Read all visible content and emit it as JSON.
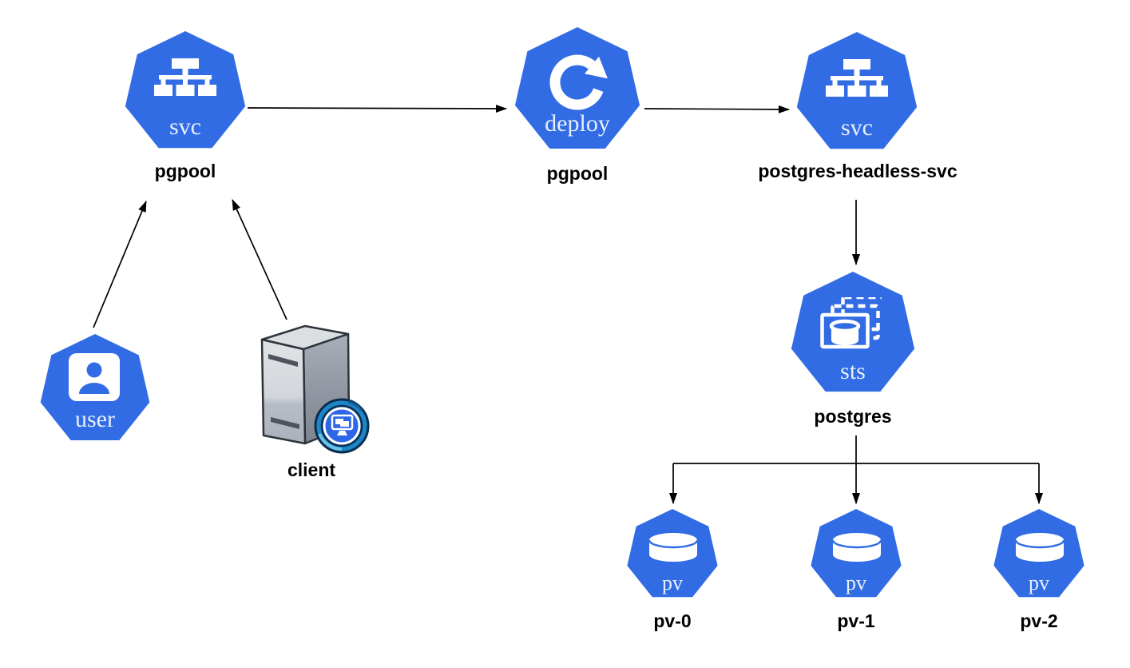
{
  "diagram": {
    "colors": {
      "k8s_blue": "#326ce5",
      "icon_white": "#ffffff",
      "kind_text": "#e8effc",
      "name_text": "#000000",
      "arrow": "#000000",
      "background": "#ffffff"
    },
    "nodes": {
      "pgpool_svc": {
        "kind": "svc",
        "name": "pgpool"
      },
      "pgpool_deploy": {
        "kind": "deploy",
        "name": "pgpool"
      },
      "postgres_headless_svc": {
        "kind": "svc",
        "name": "postgres-headless-svc"
      },
      "postgres_sts": {
        "kind": "sts",
        "name": "postgres"
      },
      "pv_0": {
        "kind": "pv",
        "name": "pv-0"
      },
      "pv_1": {
        "kind": "pv",
        "name": "pv-1"
      },
      "pv_2": {
        "kind": "pv",
        "name": "pv-2"
      },
      "user": {
        "kind": "user",
        "name": ""
      },
      "client": {
        "kind": "client",
        "name": "client"
      }
    },
    "edges": [
      {
        "from": "user",
        "to": "pgpool-svc"
      },
      {
        "from": "client",
        "to": "pgpool-svc"
      },
      {
        "from": "pgpool-svc",
        "to": "pgpool-deploy"
      },
      {
        "from": "pgpool-deploy",
        "to": "postgres-headless-svc"
      },
      {
        "from": "postgres-headless-svc",
        "to": "postgres-sts"
      },
      {
        "from": "postgres-sts",
        "to": "pv-0"
      },
      {
        "from": "postgres-sts",
        "to": "pv-1"
      },
      {
        "from": "postgres-sts",
        "to": "pv-2"
      }
    ]
  }
}
